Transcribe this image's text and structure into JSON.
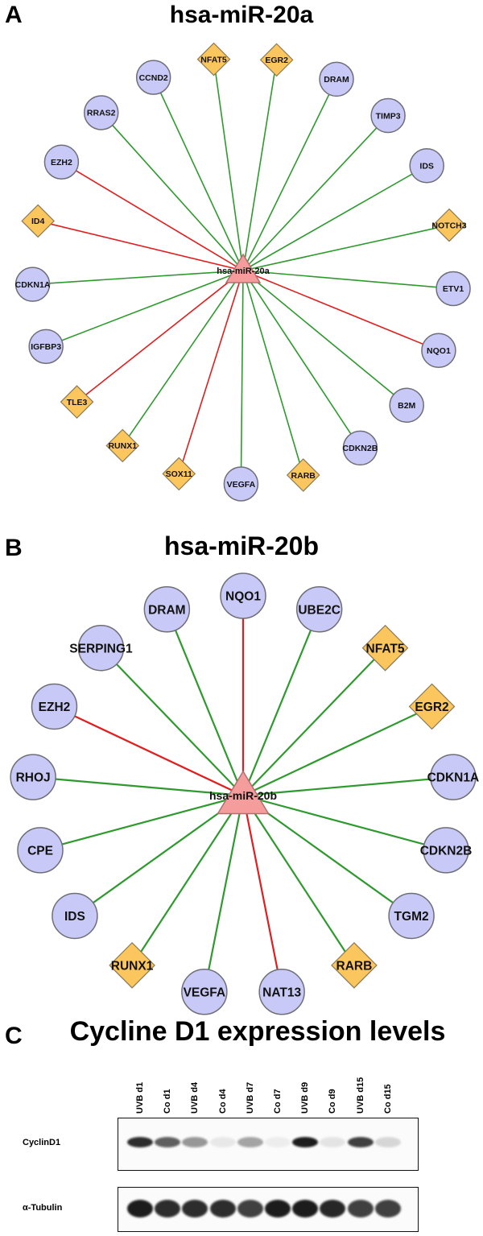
{
  "panel_a": {
    "letter": "A",
    "title": "hsa-miR-20a",
    "center_label": "hsa-miR-20a",
    "nodes": [
      {
        "label": "NFAT5",
        "shape": "diamond",
        "edge": "green"
      },
      {
        "label": "EGR2",
        "shape": "diamond",
        "edge": "green"
      },
      {
        "label": "DRAM",
        "shape": "circle",
        "edge": "green"
      },
      {
        "label": "TIMP3",
        "shape": "circle",
        "edge": "green"
      },
      {
        "label": "IDS",
        "shape": "circle",
        "edge": "green"
      },
      {
        "label": "NOTCH3",
        "shape": "diamond",
        "edge": "green"
      },
      {
        "label": "ETV1",
        "shape": "circle",
        "edge": "green"
      },
      {
        "label": "NQO1",
        "shape": "circle",
        "edge": "red"
      },
      {
        "label": "B2M",
        "shape": "circle",
        "edge": "green"
      },
      {
        "label": "CDKN2B",
        "shape": "circle",
        "edge": "green"
      },
      {
        "label": "RARB",
        "shape": "diamond",
        "edge": "green"
      },
      {
        "label": "VEGFA",
        "shape": "circle",
        "edge": "green"
      },
      {
        "label": "SOX11",
        "shape": "diamond",
        "edge": "red"
      },
      {
        "label": "RUNX1",
        "shape": "diamond",
        "edge": "green"
      },
      {
        "label": "TLE3",
        "shape": "diamond",
        "edge": "red"
      },
      {
        "label": "IGFBP3",
        "shape": "circle",
        "edge": "green"
      },
      {
        "label": "CDKN1A",
        "shape": "circle",
        "edge": "green"
      },
      {
        "label": "ID4",
        "shape": "diamond",
        "edge": "red"
      },
      {
        "label": "EZH2",
        "shape": "circle",
        "edge": "red"
      },
      {
        "label": "RRAS2",
        "shape": "circle",
        "edge": "green"
      },
      {
        "label": "CCND2",
        "shape": "circle",
        "edge": "green"
      }
    ]
  },
  "panel_b": {
    "letter": "B",
    "title": "hsa-miR-20b",
    "center_label": "hsa-miR-20b",
    "nodes": [
      {
        "label": "NQO1",
        "shape": "circle",
        "edge": "red"
      },
      {
        "label": "UBE2C",
        "shape": "circle",
        "edge": "green"
      },
      {
        "label": "NFAT5",
        "shape": "diamond",
        "edge": "green"
      },
      {
        "label": "EGR2",
        "shape": "diamond",
        "edge": "green"
      },
      {
        "label": "CDKN1A",
        "shape": "circle",
        "edge": "green"
      },
      {
        "label": "CDKN2B",
        "shape": "circle",
        "edge": "green"
      },
      {
        "label": "TGM2",
        "shape": "circle",
        "edge": "green"
      },
      {
        "label": "RARB",
        "shape": "diamond",
        "edge": "green"
      },
      {
        "label": "NAT13",
        "shape": "circle",
        "edge": "red"
      },
      {
        "label": "VEGFA",
        "shape": "circle",
        "edge": "green"
      },
      {
        "label": "RUNX1",
        "shape": "diamond",
        "edge": "green"
      },
      {
        "label": "IDS",
        "shape": "circle",
        "edge": "green"
      },
      {
        "label": "CPE",
        "shape": "circle",
        "edge": "green"
      },
      {
        "label": "RHOJ",
        "shape": "circle",
        "edge": "green"
      },
      {
        "label": "EZH2",
        "shape": "circle",
        "edge": "red"
      },
      {
        "label": "SERPING1",
        "shape": "circle",
        "edge": "green"
      },
      {
        "label": "DRAM",
        "shape": "circle",
        "edge": "green"
      }
    ]
  },
  "panel_c": {
    "letter": "C",
    "title": "Cycline D1 expression levels",
    "lanes": [
      "UVB d1",
      "Co d1",
      "UVB d4",
      "Co d4",
      "UVB d7",
      "Co d7",
      "UVB d9",
      "Co d9",
      "UVB d15",
      "Co d15"
    ],
    "rows": [
      {
        "label": "CyclinD1",
        "intensity": [
          0.9,
          0.75,
          0.55,
          0.12,
          0.5,
          0.08,
          0.95,
          0.15,
          0.85,
          0.25
        ]
      },
      {
        "label": "α-Tubulin",
        "intensity": [
          0.95,
          0.9,
          0.9,
          0.9,
          0.85,
          0.95,
          0.95,
          0.92,
          0.85,
          0.85
        ]
      }
    ]
  },
  "colors": {
    "circle_fill": "#c9c9f7",
    "circle_stroke": "#6e6e78",
    "diamond_fill": "#fcc65e",
    "diamond_stroke": "#8a7a55",
    "center_fill": "#f59c9c",
    "center_stroke": "#b07070",
    "edge_green": "#2e9a2e",
    "edge_red": "#e11d1d"
  }
}
